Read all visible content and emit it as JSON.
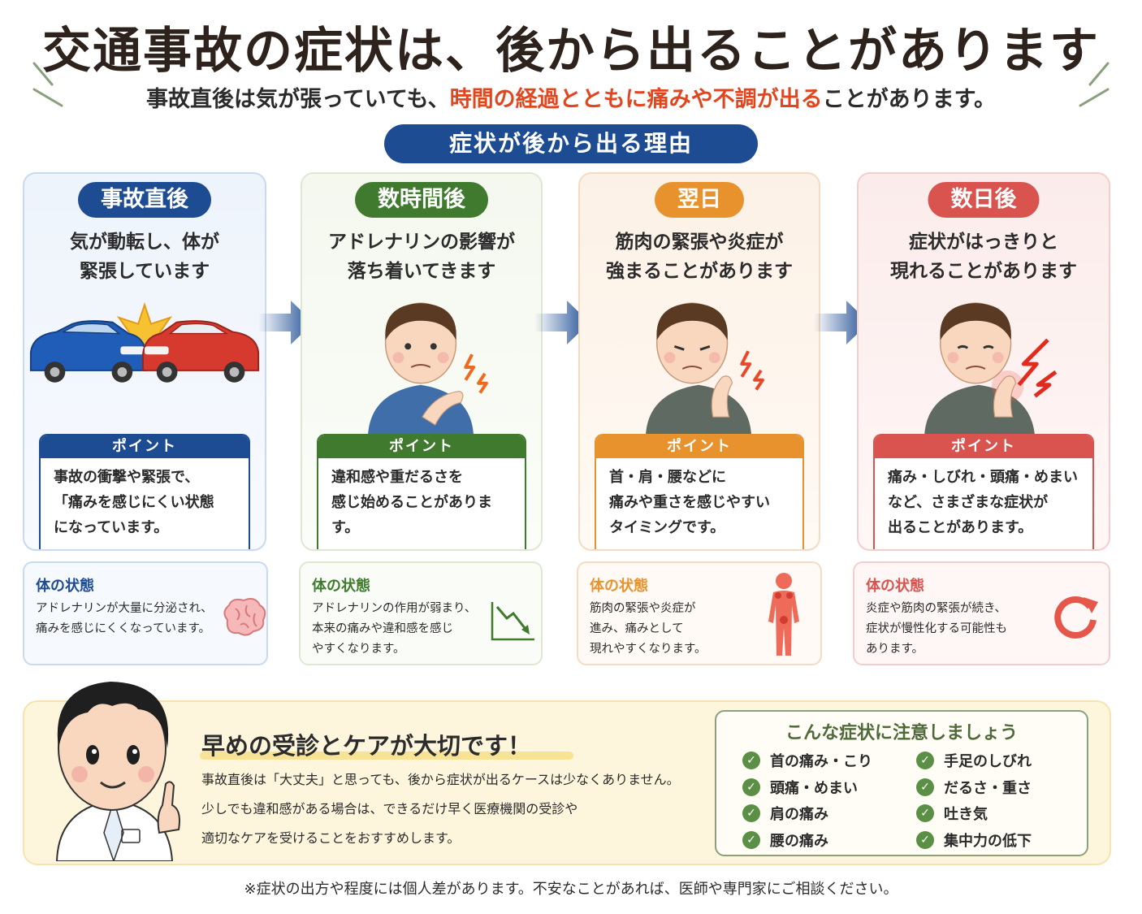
{
  "title": "交通事故の症状は、後から出ることがあります",
  "subtitle": {
    "before": "事故直後は気が張っていても、",
    "highlight": "時間の経過とともに痛みや不調が出る",
    "after": "ことがあります。"
  },
  "reason_label": "症状が後から出る理由",
  "stages": [
    {
      "label": "事故直後",
      "heading": [
        "気が動転し、体が",
        "緊張しています"
      ],
      "illustration": "car-collision-icon",
      "point_label": "ポイント",
      "point_text": [
        "事故の衝撃や緊張で、",
        "「痛みを感じにくい状態",
        "になっています。"
      ],
      "body_label": "体の状態",
      "body_text": [
        "アドレナリンが大量に分泌され、",
        "痛みを感じにくくなっています。"
      ],
      "body_icon": "brain-icon",
      "color": "#1e4c93"
    },
    {
      "label": "数時間後",
      "heading": [
        "アドレナリンの影響が",
        "落ち着いてきます"
      ],
      "illustration": "man-shoulder-pain-icon",
      "point_label": "ポイント",
      "point_text": [
        "違和感や重だるさを",
        "感じ始めることがあります。"
      ],
      "body_label": "体の状態",
      "body_text": [
        "アドレナリンの作用が弱まり、",
        "本来の痛みや違和感を感じ",
        "やすくなります。"
      ],
      "body_icon": "declining-chart-icon",
      "color": "#3f7a2e"
    },
    {
      "label": "翌日",
      "heading": [
        "筋肉の緊張や炎症が",
        "強まることがあります"
      ],
      "illustration": "man-neck-pain-icon",
      "point_label": "ポイント",
      "point_text": [
        "首・肩・腰などに",
        "痛みや重さを感じやすい",
        "タイミングです。"
      ],
      "body_label": "体の状態",
      "body_text": [
        "筋肉の緊張や炎症が",
        "進み、痛みとして",
        "現れやすくなります。"
      ],
      "body_icon": "body-pain-points-icon",
      "color": "#e8922e"
    },
    {
      "label": "数日後",
      "heading": [
        "症状がはっきりと",
        "現れることがあります"
      ],
      "illustration": "man-strong-neck-pain-icon",
      "point_label": "ポイント",
      "point_text": [
        "痛み・しびれ・頭痛・めまい",
        "など、さまざまな症状が",
        "出ることがあります。"
      ],
      "body_label": "体の状態",
      "body_text": [
        "炎症や筋肉の緊張が続き、",
        "症状が慢性化する可能性も",
        "あります。"
      ],
      "body_icon": "cycle-arrow-icon",
      "color": "#d9534f"
    }
  ],
  "advice": {
    "title": "早めの受診とケアが大切です！",
    "lines": [
      "事故直後は「大丈夫」と思っても、後から症状が出るケースは少なくありません。",
      "少しでも違和感がある場合は、できるだけ早く医療機関の受診や",
      "適切なケアを受けることをおすすめします。"
    ]
  },
  "watch": {
    "title": "こんな症状に注意しましょう",
    "left": [
      "首の痛み・こり",
      "頭痛・めまい",
      "肩の痛み",
      "腰の痛み"
    ],
    "right": [
      "手足のしびれ",
      "だるさ・重さ",
      "吐き気",
      "集中力の低下"
    ]
  },
  "footnote": "※症状の出方や程度には個人差があります。不安なことがあれば、医師や専門家にご相談ください。",
  "colors": {
    "title": "#2d231c",
    "highlight": "#e2461f",
    "reason_bg": "#1e4c93",
    "advice_bg": "#fdf5dc",
    "check": "#5a8f45"
  }
}
